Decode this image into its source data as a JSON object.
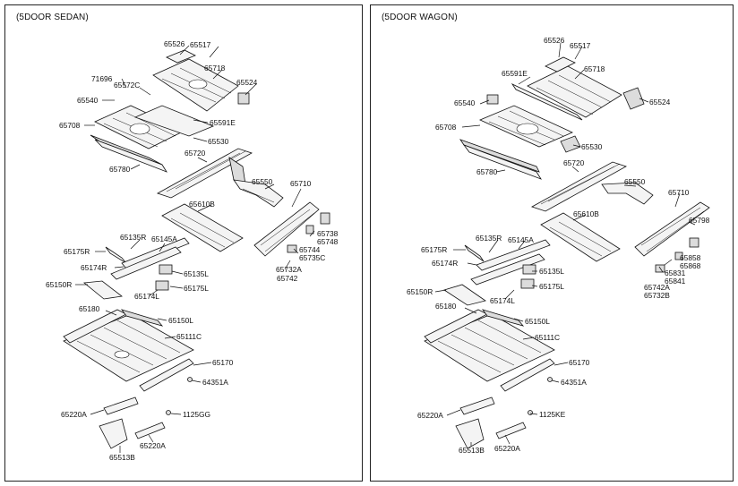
{
  "panels": [
    {
      "title": "(5DOOR SEDAN)",
      "labels": [
        "65526",
        "65517",
        "65718",
        "65524",
        "71696",
        "65572C",
        "65540",
        "65591E",
        "65708",
        "65530",
        "65780",
        "65720",
        "65550",
        "65710",
        "65610B",
        "65738",
        "65748",
        "65744",
        "65735C",
        "65732A",
        "65742",
        "65175R",
        "65135R",
        "65145A",
        "65174R",
        "65135L",
        "65150R",
        "65175L",
        "65174L",
        "65180",
        "65150L",
        "65111C",
        "65170",
        "64351A",
        "65220A",
        "1125GG",
        "65513B",
        "65220A"
      ]
    },
    {
      "title": "(5DOOR WAGON)",
      "labels": [
        "65526",
        "65517",
        "65718",
        "65591E",
        "65540",
        "65524",
        "65708",
        "65530",
        "65780",
        "65720",
        "65550",
        "65710",
        "65798",
        "65610B",
        "65175R",
        "65135R",
        "65145A",
        "65174R",
        "65135L",
        "65858",
        "65868",
        "65831",
        "65841",
        "65742A",
        "65732B",
        "65150R",
        "65175L",
        "65174L",
        "65180",
        "65150L",
        "65111C",
        "65170",
        "64351A",
        "65220A",
        "1125KE",
        "65513B",
        "65220A"
      ]
    }
  ]
}
